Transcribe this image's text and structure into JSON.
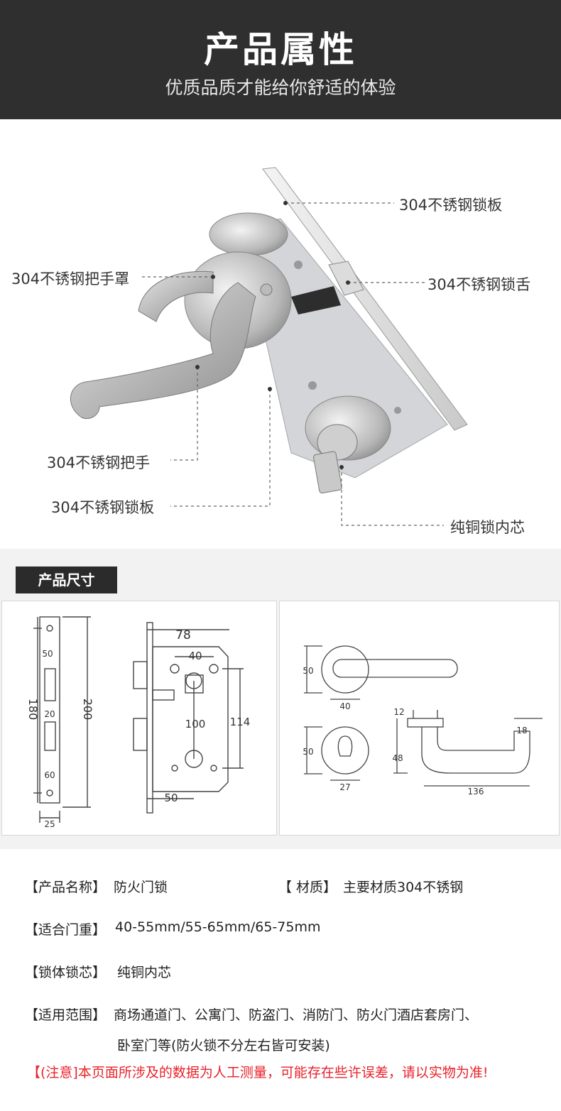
{
  "header": {
    "title": "产品属性",
    "subtitle": "优质品质才能给你舒适的体验"
  },
  "callouts": {
    "plate_top": "304不锈钢锁板",
    "cover": "304不锈钢把手罩",
    "latch": "304不锈钢锁舌",
    "handle": "304不锈钢把手",
    "plate_bottom": "304不锈钢锁板",
    "core": "纯铜锁内芯"
  },
  "dimensions": {
    "tag": "产品尺寸",
    "faceplate": {
      "d50": "50",
      "d20": "20",
      "d60": "60",
      "d180": "180",
      "d200": "200",
      "d25": "25"
    },
    "body": {
      "d78": "78",
      "d40": "40",
      "d100": "100",
      "d114": "114",
      "d50": "50"
    },
    "handle": {
      "r50a": "50",
      "r40": "40",
      "r50b": "50",
      "r27": "27",
      "d12": "12",
      "d48": "48",
      "d18": "18",
      "d136": "136"
    }
  },
  "specs": {
    "name_label": "【产品名称】",
    "name_value": "防火门锁",
    "material_label": "【 材质】",
    "material_value": "主要材质304不锈钢",
    "door_label": "【适合门重】",
    "door_value": "40-55mm/55-65mm/65-75mm",
    "core_label": "【锁体锁芯】",
    "core_value": "纯铜内芯",
    "scope_label": "【适用范围】",
    "scope_line1": "商场通道门、公寓门、防盗门、消防门、防火门酒店套房门、",
    "scope_line2": "卧室门等(防火锁不分左右皆可安装)"
  },
  "notice": "【(注意]本页面所涉及的数据为人工测量，可能存在些许误差，请以实物为准!"
}
